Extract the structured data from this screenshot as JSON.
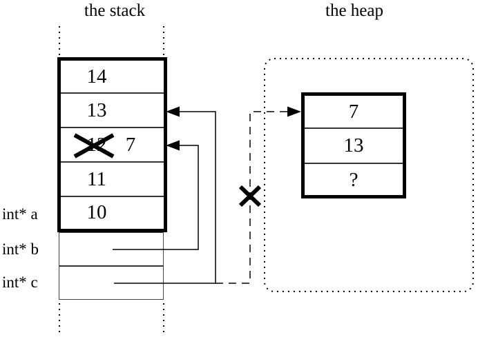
{
  "titles": {
    "stack": "the stack",
    "heap": "the heap"
  },
  "stack": {
    "frame_cells": [
      {
        "value": "14"
      },
      {
        "value": "13"
      },
      {
        "old_value": "12",
        "new_value": "7",
        "crossed_out": true
      },
      {
        "value": "11"
      },
      {
        "value": "10"
      }
    ],
    "pointer_rows": [
      {
        "label": "int* a"
      },
      {
        "label": "int* b"
      },
      {
        "label": "int* c"
      }
    ]
  },
  "heap": {
    "block": {
      "cells": [
        {
          "value": "7"
        },
        {
          "value": "13"
        },
        {
          "value": "?"
        }
      ]
    }
  },
  "colors": {
    "ink": "#000000",
    "background": "#ffffff"
  }
}
